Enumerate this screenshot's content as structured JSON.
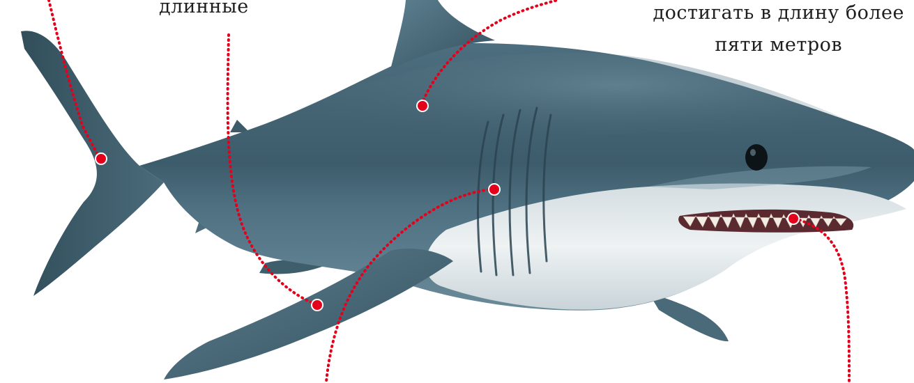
{
  "labels": {
    "fins_partial": "длинные",
    "size_line1": "достигать в длину более",
    "size_line2": "пяти метров"
  },
  "colors": {
    "body_dark": "#3c5865",
    "body_mid": "#56788a",
    "belly": "#e8eef0",
    "callout_dot": "#e4001b",
    "callout_line": "#e4001b",
    "background": "#ffffff"
  },
  "callouts": [
    {
      "name": "tail-callout"
    },
    {
      "name": "dorsal-callout"
    },
    {
      "name": "gills-callout"
    },
    {
      "name": "pectoral-fin-callout"
    },
    {
      "name": "mouth-callout"
    }
  ]
}
